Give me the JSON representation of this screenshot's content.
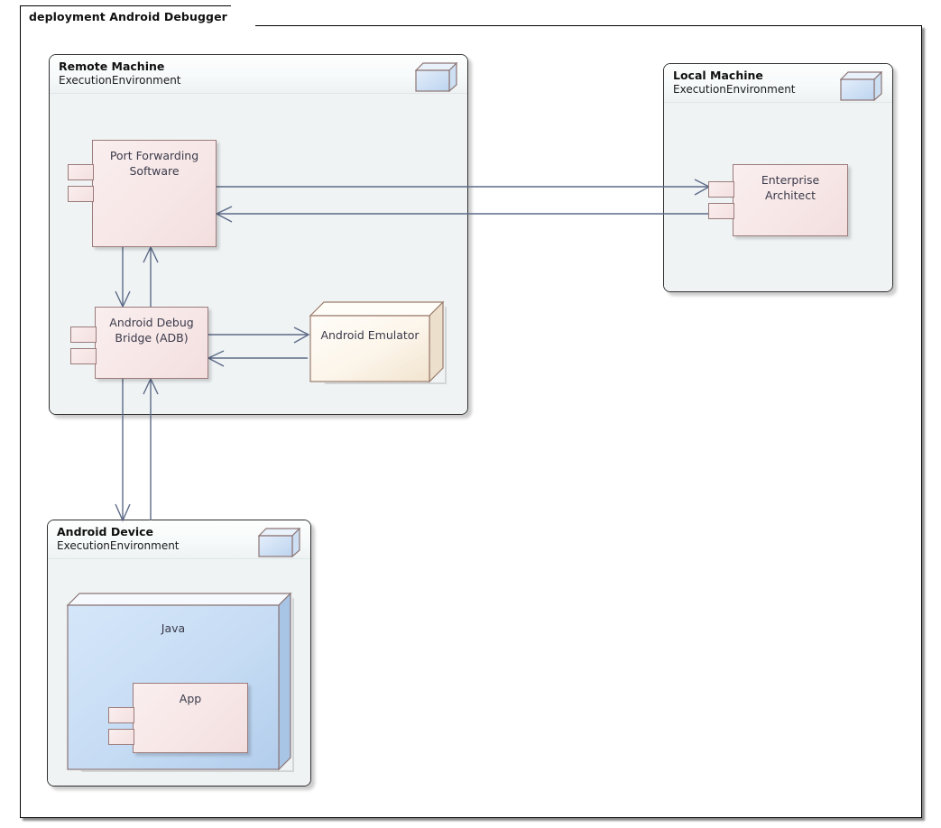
{
  "diagram": {
    "tab_label": "deployment Android Debugger",
    "kind": "UML Deployment Diagram"
  },
  "colors": {
    "component_fill": "#f7e7e7",
    "component_border": "#9b7b7b",
    "node_fill": "#eff3f4",
    "node_border": "#2f2f2f",
    "node_glyph_fill": "#cfe0f4",
    "emulator_fill": "#fbf3e6",
    "java_fill": "#c5dcf5",
    "connector": "#5d6b88",
    "label_text": "#3a3a4a",
    "canvas": "#ffffff"
  },
  "nodes": {
    "remote_machine": {
      "title": "Remote Machine",
      "stereotype": "ExecutionEnvironment",
      "glyph": "node-cube-icon"
    },
    "local_machine": {
      "title": "Local Machine",
      "stereotype": "ExecutionEnvironment",
      "glyph": "node-cube-icon"
    },
    "android_device": {
      "title": "Android Device",
      "stereotype": "ExecutionEnvironment",
      "glyph": "node-cube-icon"
    }
  },
  "components": {
    "port_forwarding": {
      "label": "Port Forwarding\nSoftware",
      "line1": "Port Forwarding",
      "line2": "Software"
    },
    "adb": {
      "label": "Android Debug\nBridge (ADB)",
      "line1": "Android Debug",
      "line2": "Bridge (ADB)"
    },
    "enterprise_architect": {
      "label": "Enterprise\nArchitect",
      "line1": "Enterprise",
      "line2": "Architect"
    },
    "app": {
      "label": "App"
    }
  },
  "artifacts": {
    "android_emulator": {
      "label": "Android Emulator"
    },
    "java": {
      "label": "Java"
    }
  },
  "connectors": [
    {
      "id": "pfs-to-ea",
      "from": "Port Forwarding Software",
      "to": "Enterprise Architect",
      "direction": "right"
    },
    {
      "id": "ea-to-pfs",
      "from": "Enterprise Architect",
      "to": "Port Forwarding Software",
      "direction": "left"
    },
    {
      "id": "pfs-to-adb",
      "from": "Port Forwarding Software",
      "to": "Android Debug Bridge (ADB)",
      "direction": "down"
    },
    {
      "id": "adb-to-pfs",
      "from": "Android Debug Bridge (ADB)",
      "to": "Port Forwarding Software",
      "direction": "up"
    },
    {
      "id": "adb-to-emu",
      "from": "Android Debug Bridge (ADB)",
      "to": "Android Emulator",
      "direction": "right"
    },
    {
      "id": "emu-to-adb",
      "from": "Android Emulator",
      "to": "Android Debug Bridge (ADB)",
      "direction": "left"
    },
    {
      "id": "adb-to-device",
      "from": "Android Debug Bridge (ADB)",
      "to": "Android Device",
      "direction": "down"
    },
    {
      "id": "device-to-adb",
      "from": "Android Device",
      "to": "Android Debug Bridge (ADB)",
      "direction": "up"
    }
  ]
}
